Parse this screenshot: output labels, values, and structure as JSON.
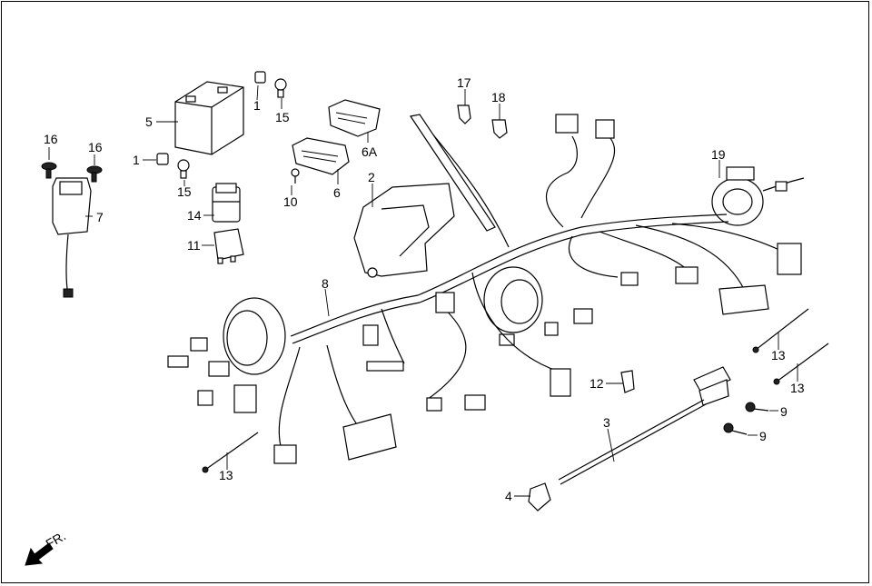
{
  "diagram": {
    "direction_label": "FR.",
    "callouts": {
      "c1a": "1",
      "c1b": "1",
      "c2": "2",
      "c3": "3",
      "c4": "4",
      "c5": "5",
      "c6": "6",
      "c6a": "6A",
      "c7": "7",
      "c8": "8",
      "c9a": "9",
      "c9b": "9",
      "c10": "10",
      "c11": "11",
      "c12": "12",
      "c13a": "13",
      "c13b": "13",
      "c13c": "13",
      "c14": "14",
      "c15a": "15",
      "c15b": "15",
      "c16a": "16",
      "c16b": "16",
      "c17": "17",
      "c18": "18",
      "c19": "19"
    }
  }
}
